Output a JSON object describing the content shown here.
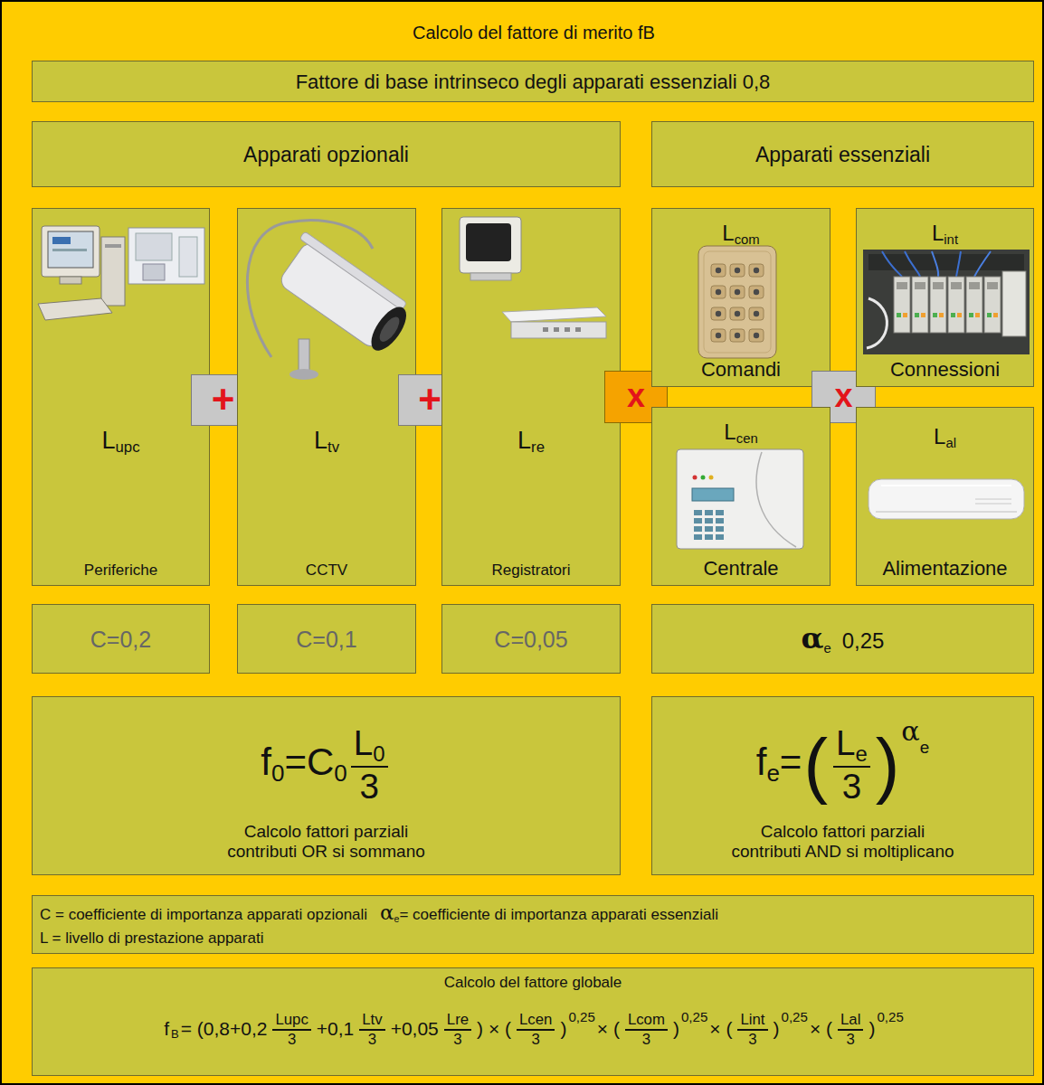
{
  "diagram": {
    "title": "Calcolo del fattore di merito fB",
    "nodes": [
      {
        "text": [
          "Fattore di base intrinseco degli apparati essenziali 0,8"
        ]
      },
      {
        "text": [
          "Apparati opzionali"
        ]
      },
      {
        "text": [
          "Apparati essenziali"
        ]
      },
      {
        "text": [
          "L",
          "upc",
          "Periferiche"
        ]
      },
      {
        "text": [
          "+"
        ]
      },
      {
        "text": [
          "L",
          "tv",
          "CCTV"
        ]
      },
      {
        "text": [
          "+"
        ]
      },
      {
        "text": [
          "L",
          "re",
          "Registratori"
        ]
      },
      {
        "text": [
          "x"
        ]
      },
      {
        "text": [
          "L",
          "com",
          "Comandi"
        ]
      },
      {
        "text": [
          "x"
        ]
      },
      {
        "text": [
          "L",
          "int",
          "Connessioni"
        ]
      },
      {
        "text": [
          "L",
          "cen",
          "Centrale"
        ]
      },
      {
        "text": [
          "L",
          "al",
          "Alimentazione"
        ]
      },
      {
        "text": [
          "C=0,2"
        ]
      },
      {
        "text": [
          "C=0,1"
        ]
      },
      {
        "text": [
          "C=0,05"
        ]
      },
      {
        "text": [
          "α",
          "e",
          "0,25"
        ]
      },
      {
        "text": [
          "f",
          "0",
          "=C",
          "0",
          "L",
          "0",
          "3",
          "Calcolo fattori parziali contributi OR si sommano"
        ]
      },
      {
        "text": [
          "f",
          "e",
          "=",
          "(",
          "L",
          "e",
          "3",
          ")",
          "α",
          "e",
          "Calcolo fattori parziali contributi AND si moltiplicano"
        ]
      },
      {
        "text": [
          "C = coefficiente di importanza apparati opzionali",
          "α",
          "e",
          "= coefficiente di importanza apparati essenziali",
          "L = livello di prestazione apparati"
        ]
      },
      {
        "text": [
          "Calcolo del fattore globale",
          "f",
          "B",
          "= (0,8+0,2",
          "Lupc",
          "3",
          "+0,1",
          "Ltv",
          "3",
          "+0,05",
          "Lre",
          "3",
          ") × (",
          "Lcen",
          "3",
          ")",
          "0,25",
          "× (",
          "Lcom",
          "3",
          ")",
          "0,25",
          "× (",
          "Lint",
          "3",
          ")",
          "0,25",
          "× (",
          "Lal",
          "3",
          ")",
          "0,25"
        ]
      }
    ]
  }
}
